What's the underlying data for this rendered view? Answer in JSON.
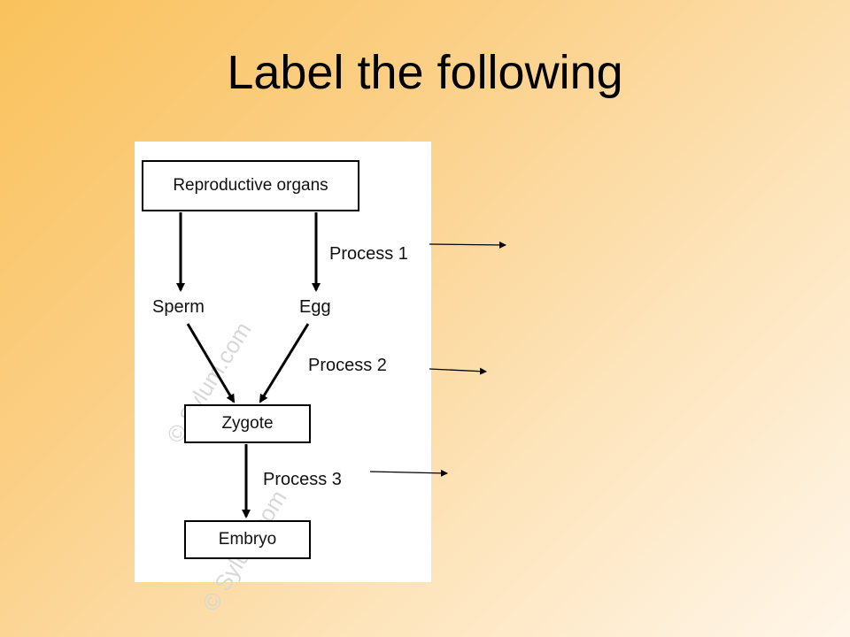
{
  "slide": {
    "title": "Label the following"
  },
  "diagram": {
    "boxes": {
      "reproductive_organs": "Reproductive organs",
      "zygote": "Zygote",
      "embryo": "Embryo"
    },
    "labels": {
      "sperm": "Sperm",
      "egg": "Egg",
      "process1": "Process 1",
      "process2": "Process 2",
      "process3": "Process 3"
    },
    "watermark": "© Sylum.com"
  }
}
